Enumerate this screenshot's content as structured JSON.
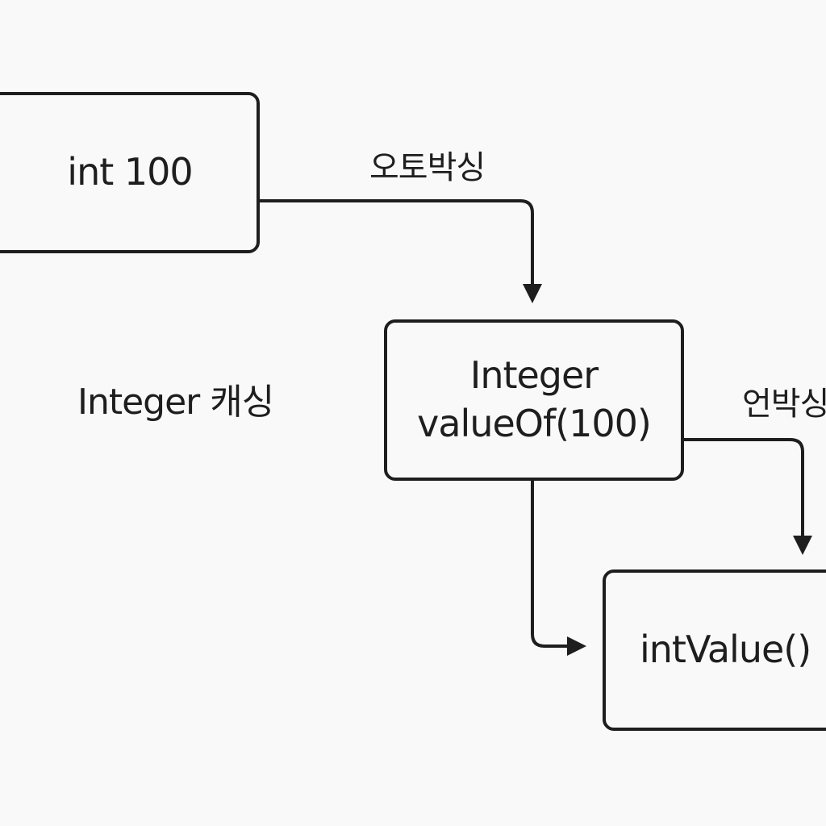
{
  "diagram": {
    "nodes": {
      "int": {
        "label": "int 100"
      },
      "integer": {
        "lines": [
          "Integer",
          "valueOf(100)"
        ]
      },
      "intvalue": {
        "label": "intValue()"
      }
    },
    "edges": {
      "autoboxing": {
        "label": "오토박싱",
        "from": "int",
        "to": "integer"
      },
      "unboxing": {
        "label": "언박싱",
        "from": "integer",
        "to": "intvalue"
      },
      "integer_to_intvalue": {
        "label": "",
        "from": "integer",
        "to": "intvalue"
      }
    },
    "free_text": {
      "caching": "Integer 캐싱"
    }
  },
  "colors": {
    "background": "#f9f9f9",
    "stroke": "#1e1e1e",
    "text": "#1e1e1e"
  }
}
